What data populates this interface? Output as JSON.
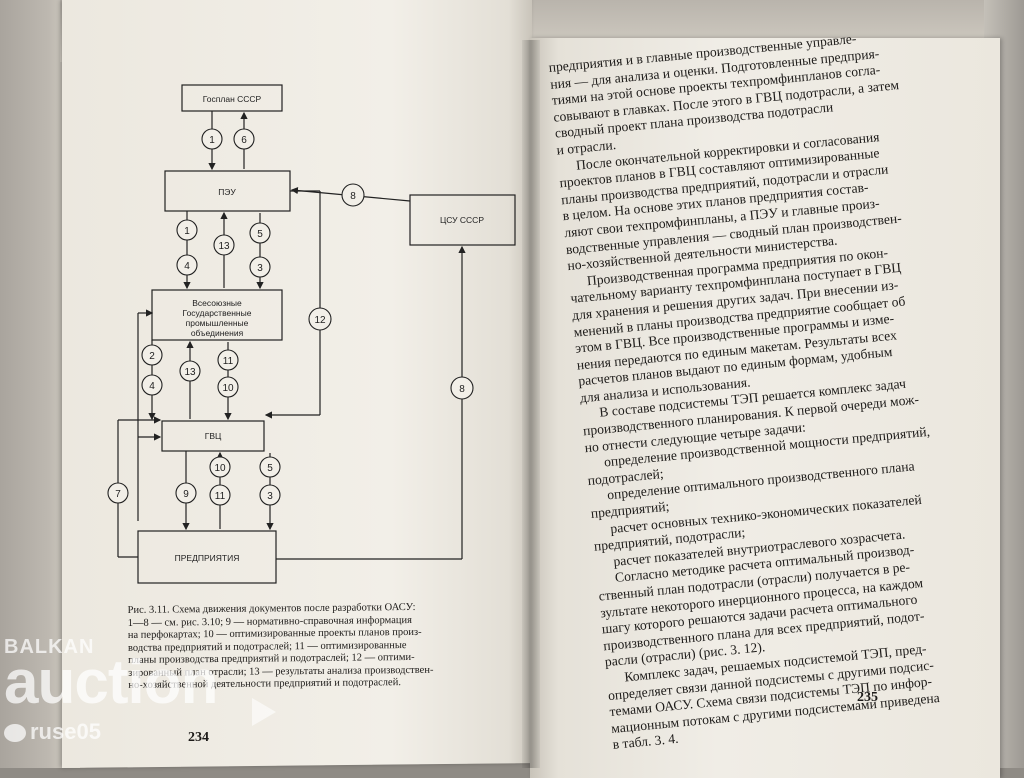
{
  "diagram": {
    "boxes": {
      "gosplan": "Госплан СССР",
      "peu": "ПЭУ",
      "csu": "ЦСУ СССР",
      "vgpo": [
        "Всесоюзные",
        "Государственные",
        "промышленные",
        "объединения"
      ],
      "gvc": "ГВЦ",
      "predpr": "ПРЕДПРИЯТИЯ"
    },
    "circles": [
      "1",
      "6",
      "8",
      "1",
      "13",
      "5",
      "4",
      "3",
      "12",
      "2",
      "13",
      "11",
      "4",
      "10",
      "8",
      "7",
      "10",
      "5",
      "9",
      "11",
      "3"
    ]
  },
  "caption": [
    "Рис. 3.11. Схема движения документов после разработки ОАСУ:",
    "1—8 — см. рис. 3.10; 9 — нормативно-справочная информация",
    "на перфокартах; 10 — оптимизированные проекты планов произ-",
    "водства предприятий и подотраслей; 11 — оптимизированные",
    "планы производства предприятий и подотраслей; 12 — оптими-",
    "зированный план отрасли; 13 — результаты анализа производствен-",
    "но-хозяйственной деятельности предприятий и подотраслей."
  ],
  "page_left": "234",
  "page_right": "235",
  "right_page_lines": [
    "предприятия и в главные производственные управле-",
    "ния — для анализа и оценки. Подготовленные предприя-",
    "тиями на этой основе проекты техпромфинпланов согла-",
    "совывают в главках. После этого в ГВЦ подотрасли, а затем",
    "сводный проект плана производства подотрасли",
    "и отрасли.",
    "После окончательной корректировки и согласования",
    "проектов планов в ГВЦ составляют оптимизированные",
    "планы производства предприятий, подотрасли и отрасли",
    "в целом. На основе этих планов предприятия состав-",
    "ляют свои техпромфинпланы, а ПЭУ и главные произ-",
    "водственные управления — сводный план производствен-",
    "но-хозяйственной деятельности министерства.",
    "Производственная программа предприятия по окон-",
    "чательному варианту техпромфинплана поступает в ГВЦ",
    "для хранения и решения других задач. При внесении из-",
    "менений в планы производства предприятие сообщает об",
    "этом в ГВЦ. Все производственные программы и изме-",
    "нения передаются по единым макетам. Результаты всех",
    "расчетов планов выдают по единым формам, удобным",
    "для анализа и использования.",
    "В составе подсистемы ТЭП решается комплекс задач",
    "производственного планирования. К первой очереди мож-",
    "но отнести следующие четыре задачи:",
    "определение производственной мощности предприятий,",
    "подотраслей;",
    "определение оптимального производственного плана",
    "предприятий;",
    "расчет основных технико-экономических показателей",
    "предприятий, подотрасли;",
    "расчет показателей внутриотраслевого хозрасчета.",
    "Согласно методике расчета оптимальный производ-",
    "ственный план подотрасли (отрасли) получается в ре-",
    "зультате некоторого инерционного процесса, на каждом",
    "шагу которого решаются задачи расчета оптимального",
    "производственного плана для всех предприятий, подот-",
    "расли (отрасли) (рис. 3. 12).",
    "Комплекс задач, решаемых подсистемой ТЭП, пред-",
    "определяет связи данной подсистемы с другими подсис-",
    "темами ОАСУ. Схема связи подсистемы ТЭП по инфор-",
    "мационным потокам с другими подсистемами приведена",
    "в табл. 3. 4."
  ],
  "watermark": {
    "brand_top": "BALKAN",
    "brand_main": "auction",
    "user": "ruse05"
  }
}
